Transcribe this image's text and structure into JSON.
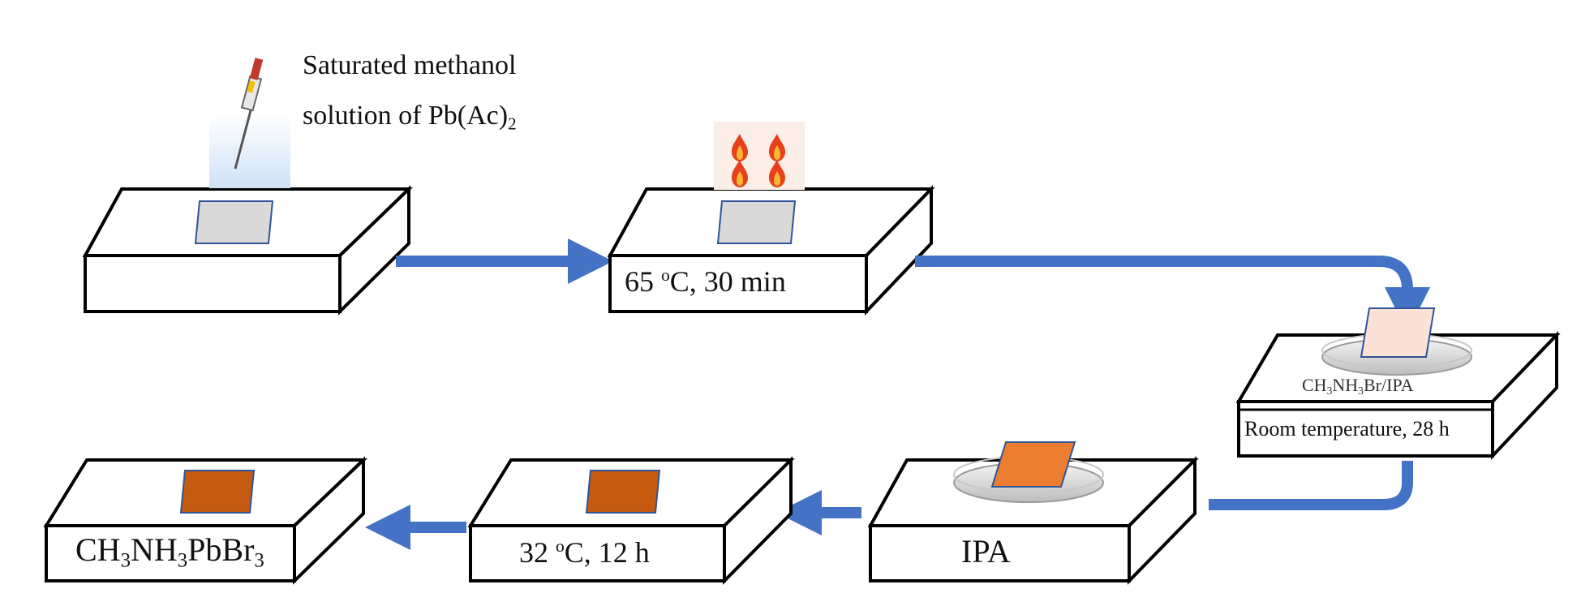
{
  "steps": {
    "step1": {
      "top_line1": "Saturated methanol",
      "top_line2_main": "solution of Pb(Ac)",
      "top_line2_sub": "2"
    },
    "step2": {
      "condition": "65 °C, 30 min",
      "deg_o": "o",
      "temp": "65 ",
      "rest": "C, 30 min"
    },
    "step3": {
      "solution": {
        "p1": "CH",
        "s1": "3",
        "p2": "NH",
        "s2": "3",
        "p3": "Br/IPA"
      },
      "condition": "Room temperature, 28 h"
    },
    "step4": {
      "label": "IPA"
    },
    "step5": {
      "temp": "32 ",
      "deg_o": "o",
      "rest": "C, 12 h"
    },
    "step6": {
      "product": {
        "p1": "CH",
        "s1": "3",
        "p2": "NH",
        "s2": "3",
        "p3": "PbBr",
        "s3": "3"
      }
    }
  },
  "colors": {
    "arrow": "#4472C4",
    "film_gray": "#D9D9D9",
    "film_peach": "#FBE1D6",
    "film_orange": "#ED7D31",
    "film_brown": "#C55A11",
    "film_outline": "#2F5597"
  },
  "icons": [
    "pipette-icon",
    "flame-icon",
    "petri-dish-icon"
  ]
}
